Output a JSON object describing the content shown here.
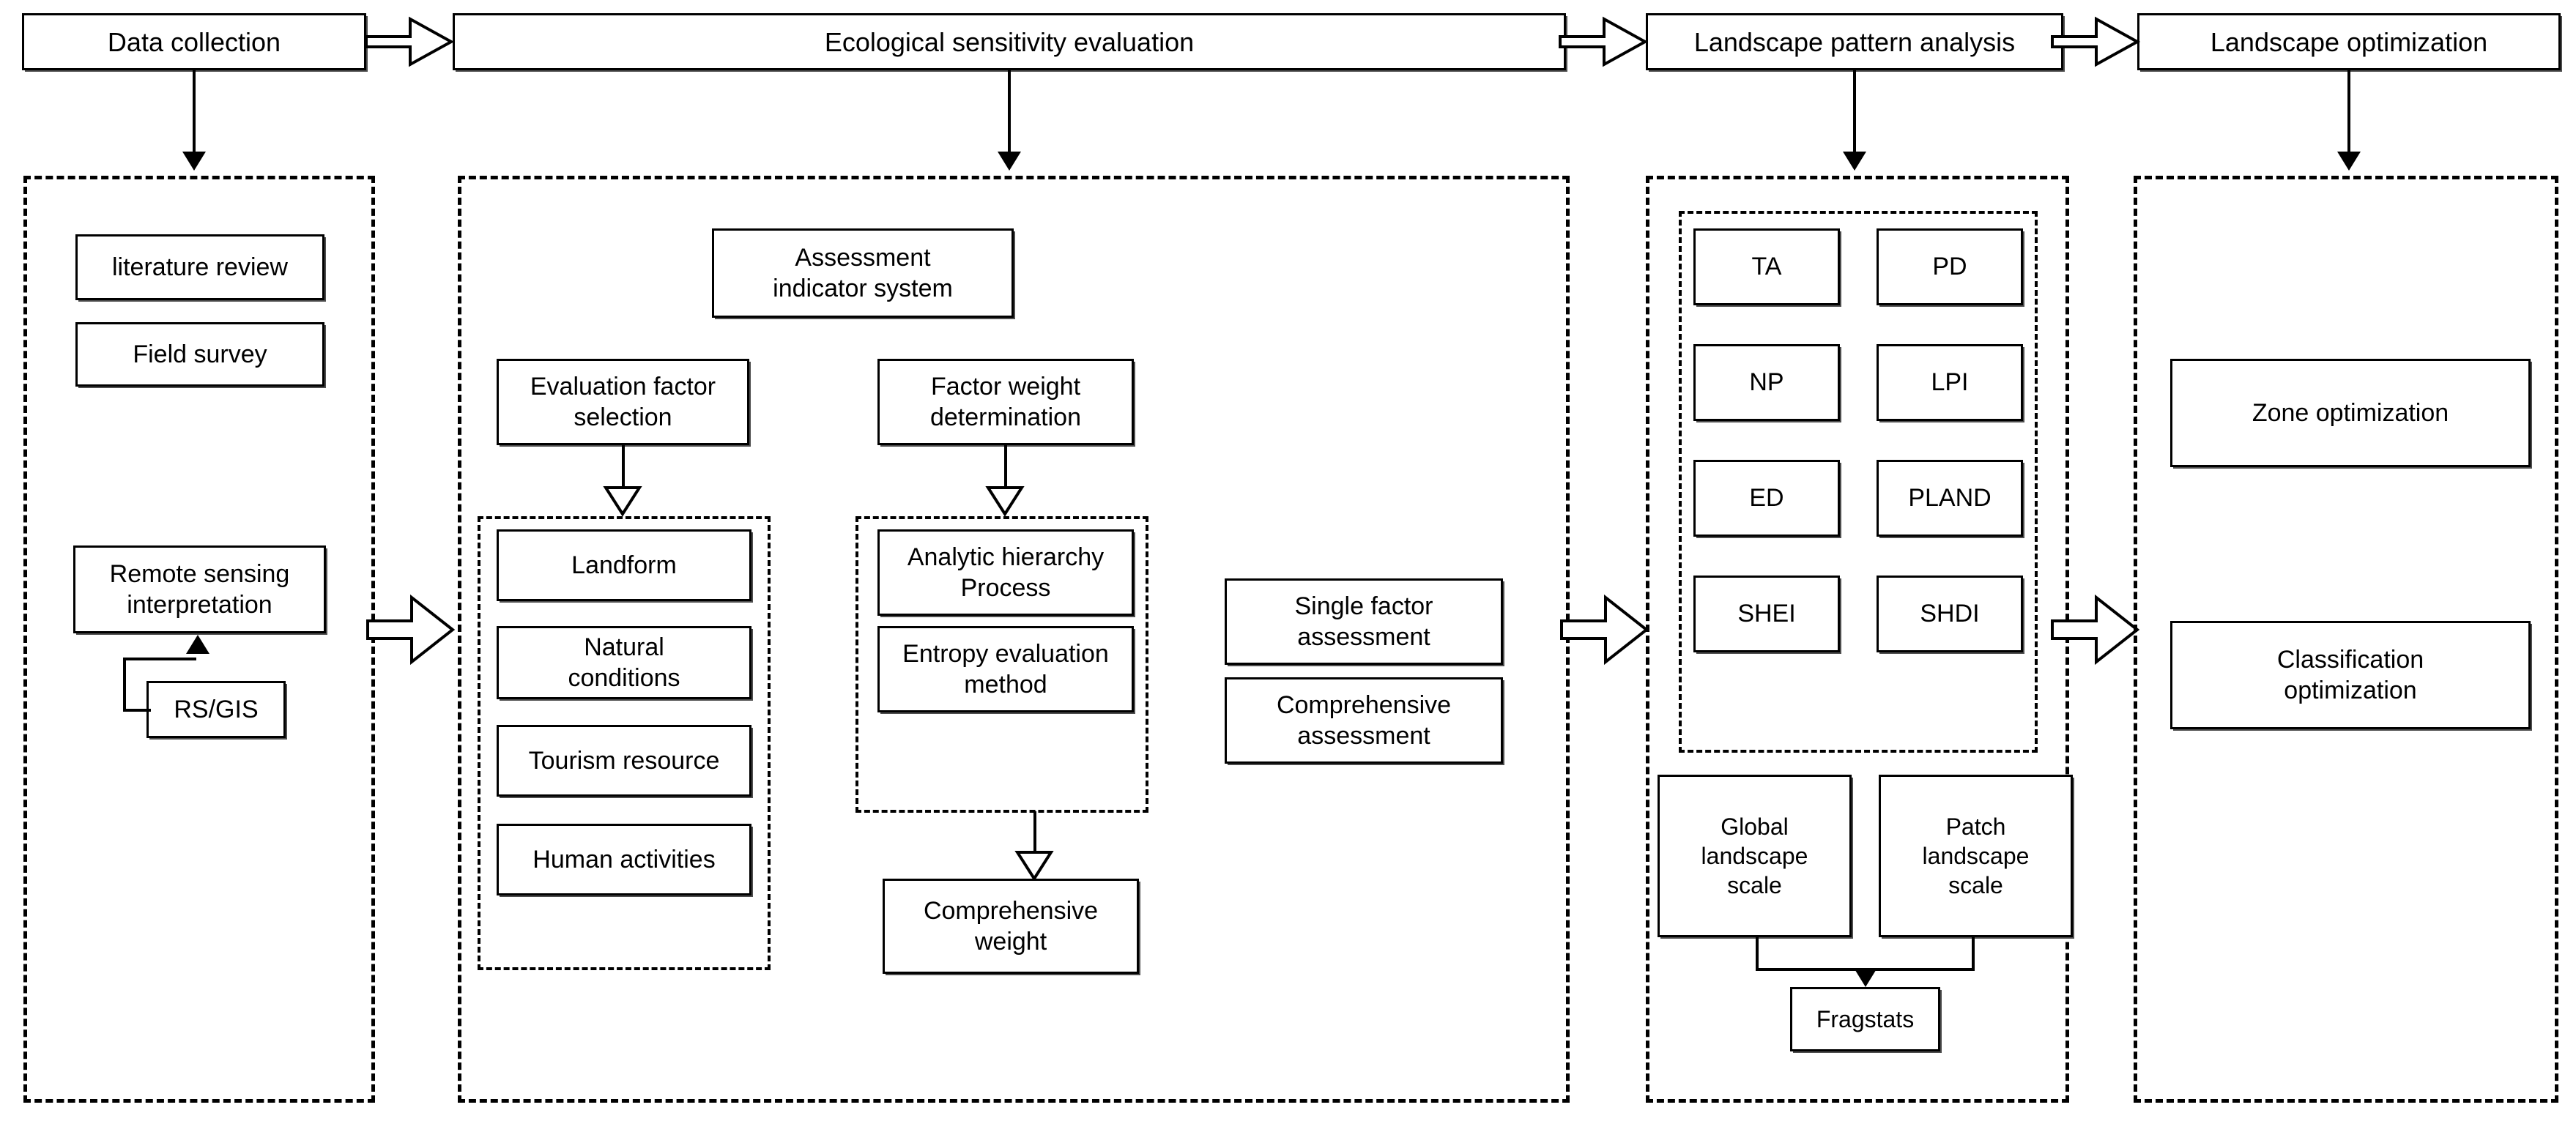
{
  "figure": {
    "type": "flowchart",
    "title": "Research framework flowchart",
    "stage_count": 4
  },
  "stages": [
    {
      "id": "data-collection",
      "label": "Data collection"
    },
    {
      "id": "eco-sensitivity",
      "label": "Ecological sensitivity evaluation"
    },
    {
      "id": "landscape-pattern",
      "label": "Landscape pattern analysis"
    },
    {
      "id": "landscape-opt",
      "label": "Landscape  optimization"
    }
  ],
  "data_collection": {
    "items": [
      {
        "label": "literature review"
      },
      {
        "label": "Field survey"
      },
      {
        "label": "Remote sensing\ninterpretation"
      }
    ],
    "tool": {
      "label": "RS/GIS"
    }
  },
  "eco_sensitivity": {
    "indicator_system": {
      "label": "Assessment\nindicator system"
    },
    "factor_selection": {
      "label": "Evaluation factor\nselection"
    },
    "factors": [
      {
        "label": "Landform"
      },
      {
        "label": "Natural\nconditions"
      },
      {
        "label": "Tourism resource"
      },
      {
        "label": "Human activities"
      }
    ],
    "weight_determination": {
      "label": "Factor weight\ndetermination"
    },
    "weight_methods": [
      {
        "label": "Analytic hierarchy\nProcess"
      },
      {
        "label": "Entropy evaluation\nmethod"
      }
    ],
    "comprehensive_weight": {
      "label": "Comprehensive\nweight"
    },
    "assessments": [
      {
        "label": "Single factor\nassessment"
      },
      {
        "label": "Comprehensive\nassessment"
      }
    ]
  },
  "landscape_pattern": {
    "metrics": [
      {
        "label": "TA"
      },
      {
        "label": "PD"
      },
      {
        "label": "NP"
      },
      {
        "label": "LPI"
      },
      {
        "label": "ED"
      },
      {
        "label": "PLAND"
      },
      {
        "label": "SHEI"
      },
      {
        "label": "SHDI"
      }
    ],
    "scales": [
      {
        "label": "Global\nlandscape\nscale"
      },
      {
        "label": "Patch\nlandscape\nscale"
      }
    ],
    "software": {
      "label": "Fragstats"
    }
  },
  "landscape_optimization": {
    "items": [
      {
        "label": "Zone optimization"
      },
      {
        "label": "Classification\noptimization"
      }
    ]
  },
  "connectors": {
    "stage_arrow_icon": "double-chevron-right-icon",
    "down_arrow_icon": "arrow-down-icon",
    "hollow_arrow_icon": "hollow-arrow-down-icon"
  },
  "colors": {
    "stroke": "#000000",
    "background": "#ffffff",
    "shadow": "#4d4d4d"
  }
}
